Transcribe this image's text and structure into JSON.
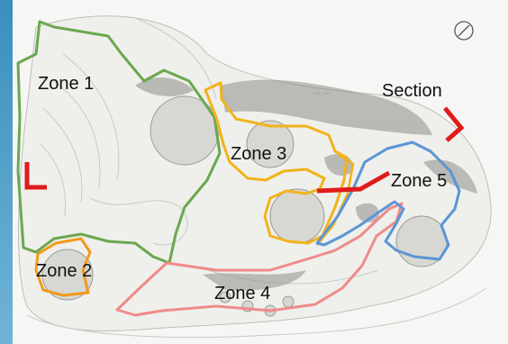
{
  "zones": [
    {
      "label": "Zone 1",
      "color": "#6aa84f"
    },
    {
      "label": "Zone 2",
      "color": "#f29a1c"
    },
    {
      "label": "Zone 3",
      "color": "#f2b31a"
    },
    {
      "label": "Zone 4",
      "color": "#f08a8a"
    },
    {
      "label": "Zone 5",
      "color": "#5b95d6"
    }
  ],
  "section": {
    "label": "Section",
    "color": "#e01b1b"
  },
  "compass": {
    "icon": "north-arrow-icon"
  }
}
